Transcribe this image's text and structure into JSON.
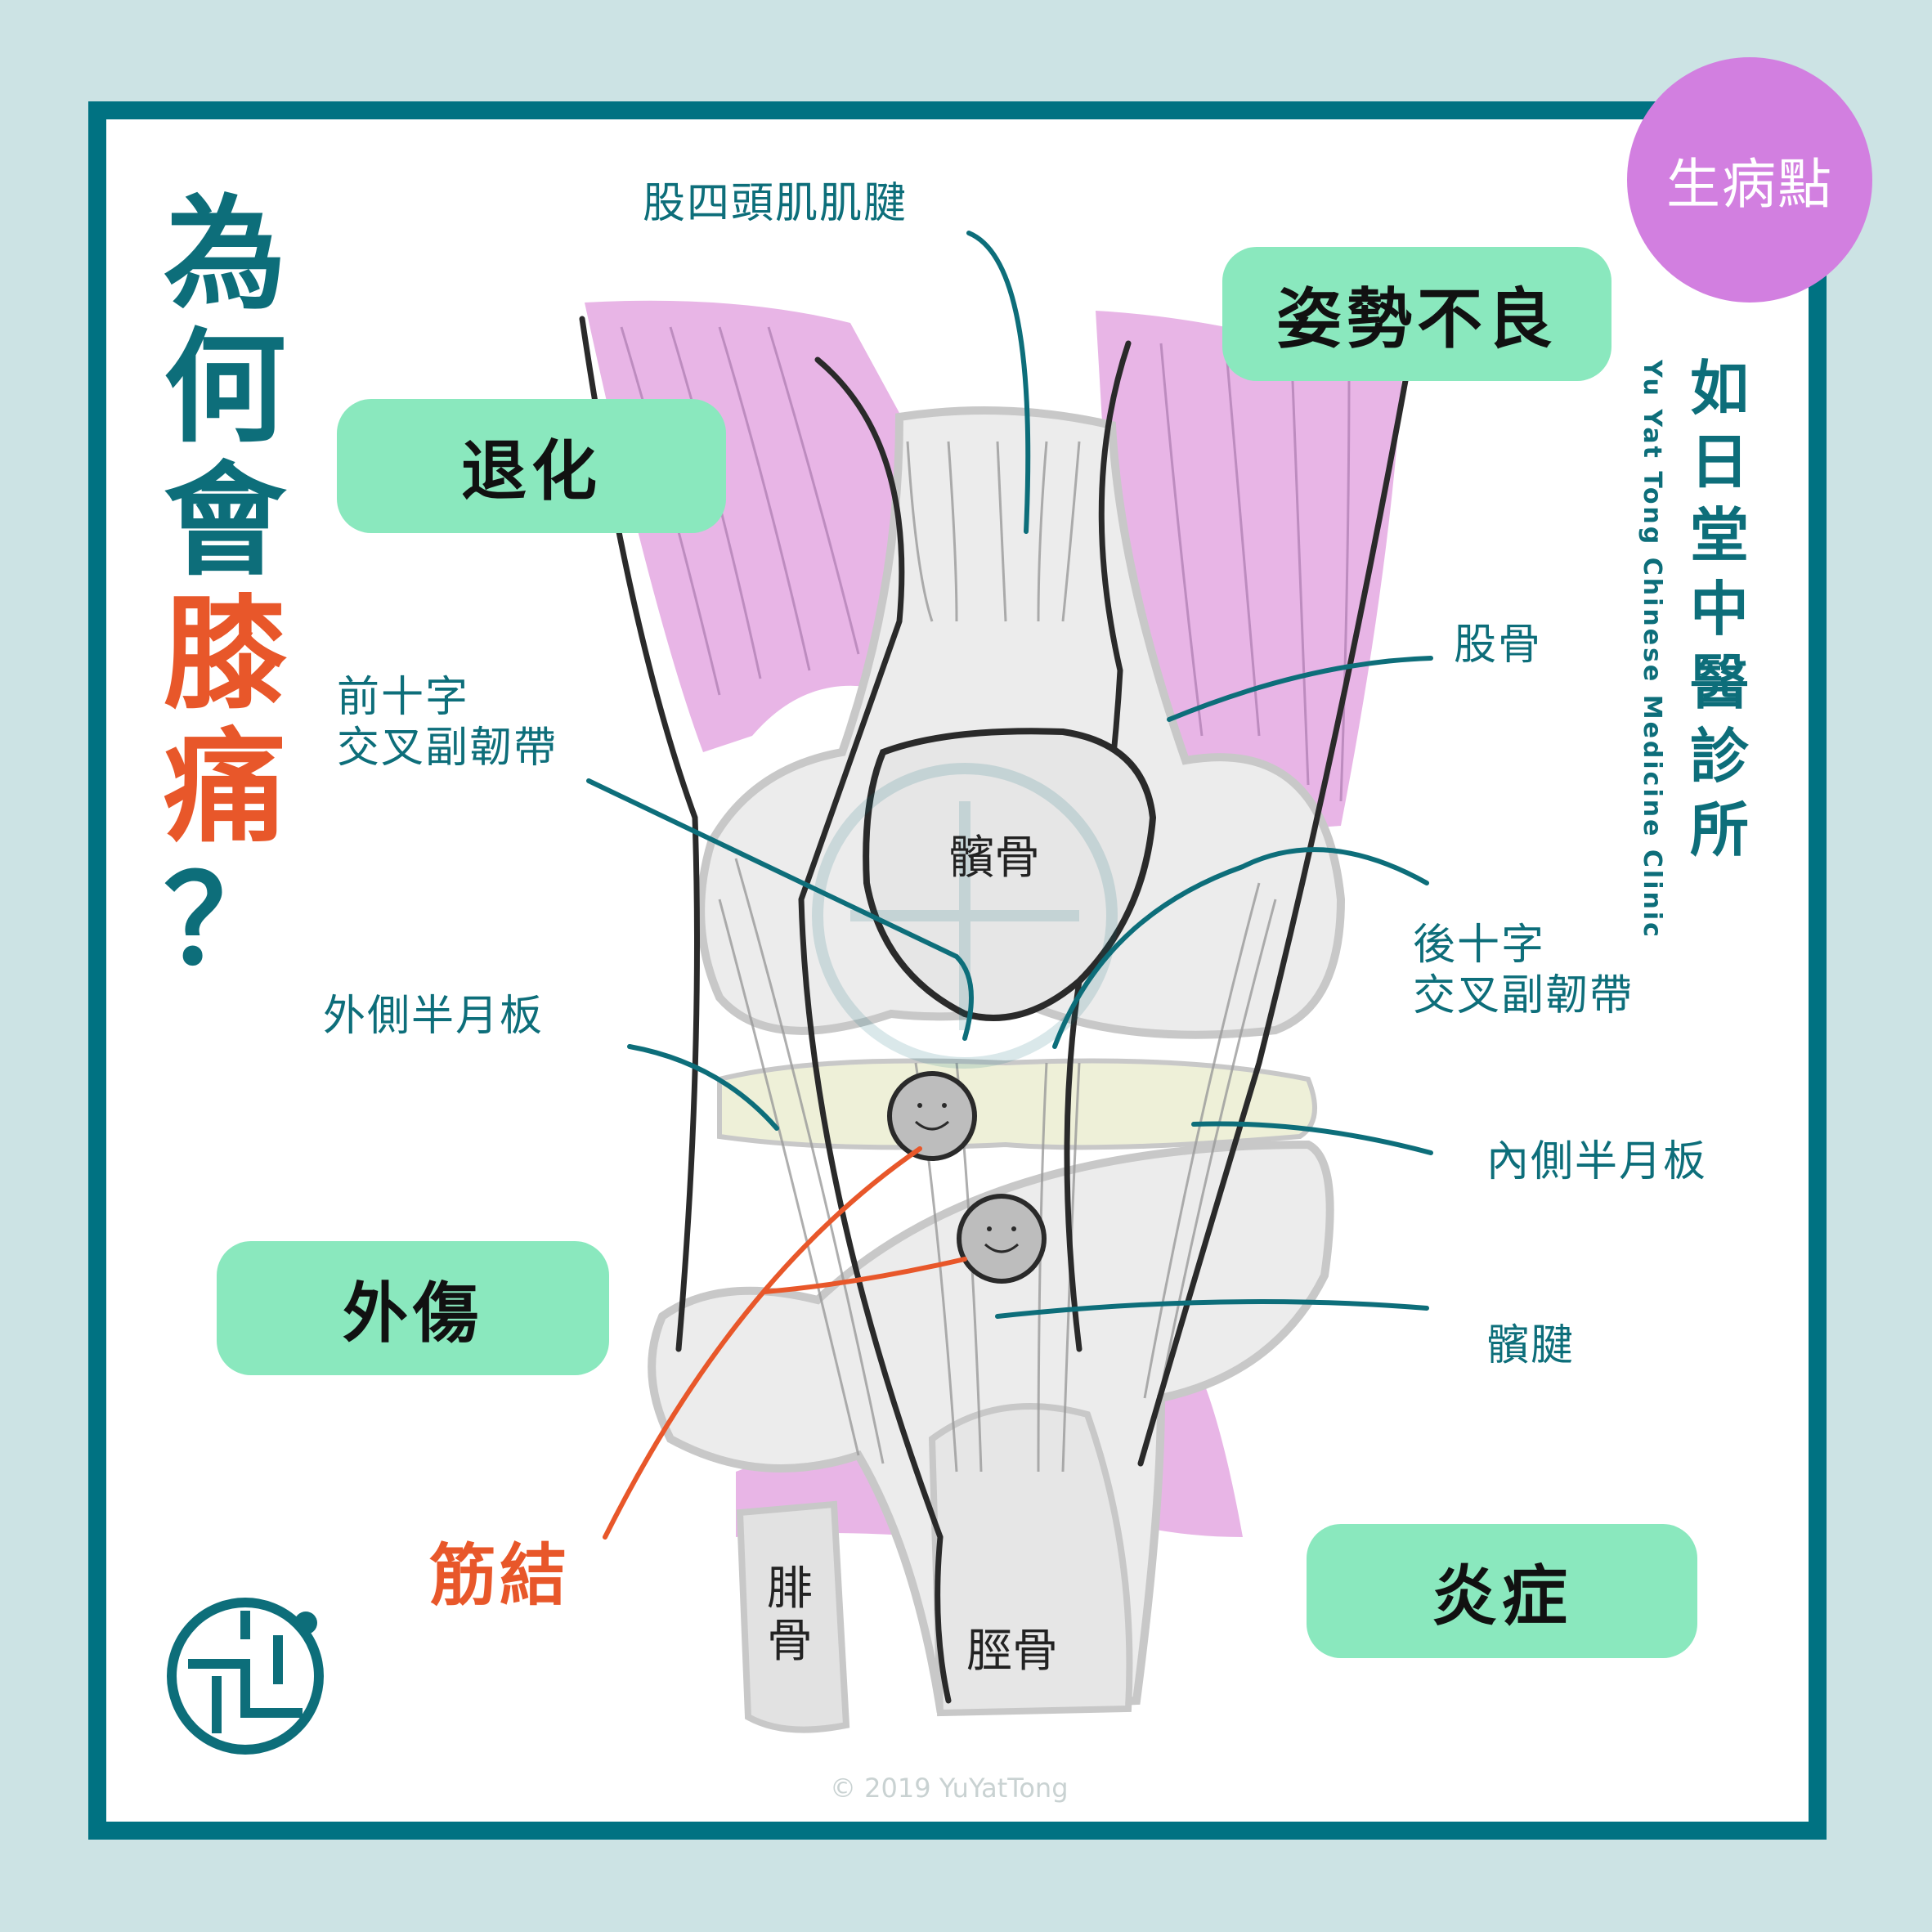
{
  "title": {
    "line1": "為",
    "line2": "何",
    "line3": "會",
    "line4": "膝",
    "line5": "痛",
    "line6": "？"
  },
  "badge": "生病點",
  "clinic": {
    "chars": [
      "如",
      "日",
      "堂",
      "中",
      "醫",
      "診",
      "所"
    ],
    "english": "Yu Yat Tong Chinese Medicine Clinic"
  },
  "tags": {
    "degeneration": "退化",
    "posture": "姿勢不良",
    "injury": "外傷",
    "inflammation": "炎症"
  },
  "labels": {
    "quad_tendon": "股四頭肌肌腱",
    "femur": "股骨",
    "acl": "前十字\n交叉副韌帶",
    "pcl": "後十字\n交叉副韌帶",
    "lateral_meniscus": "外側半月板",
    "medial_meniscus": "內側半月板",
    "patellar_tendon": "髕腱",
    "patella": "髕骨",
    "fibula": "腓\n骨",
    "tibia": "脛骨",
    "knot": "筋結"
  },
  "copyright": "© 2019 YuYatTong",
  "colors": {
    "background": "#cce3e4",
    "frame": "#007282",
    "teal_text": "#0d6e7a",
    "accent_red": "#e8572a",
    "tag_green": "#8ae8be",
    "badge_purple": "#d27fe0",
    "muscle_pink": "#e8b5e6",
    "bone_grey": "#e9e9e9",
    "meniscus": "#eef0d8"
  },
  "icons": {
    "logo": "yuyattong-logo-icon"
  }
}
